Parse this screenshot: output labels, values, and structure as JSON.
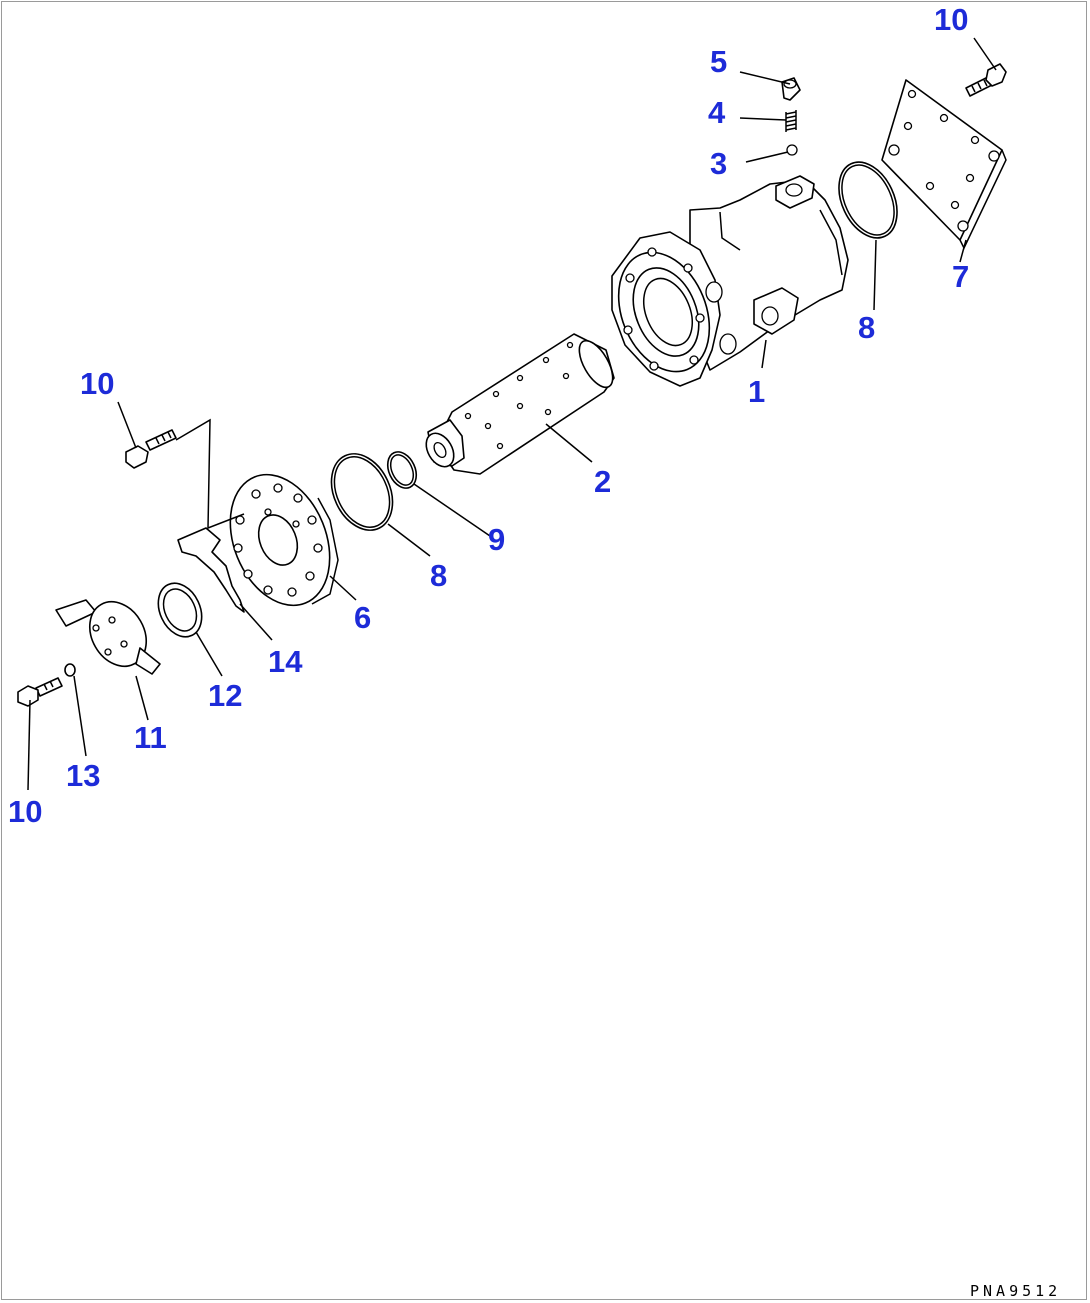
{
  "figure_code": "PNA9512",
  "colors": {
    "callout": "#1d2bd8",
    "line": "#000000",
    "background": "#ffffff"
  },
  "callouts": [
    {
      "id": "c-10-top",
      "label": "10"
    },
    {
      "id": "c-5",
      "label": "5"
    },
    {
      "id": "c-4",
      "label": "4"
    },
    {
      "id": "c-3",
      "label": "3"
    },
    {
      "id": "c-7",
      "label": "7"
    },
    {
      "id": "c-8-right",
      "label": "8"
    },
    {
      "id": "c-1",
      "label": "1"
    },
    {
      "id": "c-2",
      "label": "2"
    },
    {
      "id": "c-10-left",
      "label": "10"
    },
    {
      "id": "c-9",
      "label": "9"
    },
    {
      "id": "c-8-left",
      "label": "8"
    },
    {
      "id": "c-6",
      "label": "6"
    },
    {
      "id": "c-14",
      "label": "14"
    },
    {
      "id": "c-12",
      "label": "12"
    },
    {
      "id": "c-11",
      "label": "11"
    },
    {
      "id": "c-13",
      "label": "13"
    },
    {
      "id": "c-10-bottom",
      "label": "10"
    }
  ]
}
